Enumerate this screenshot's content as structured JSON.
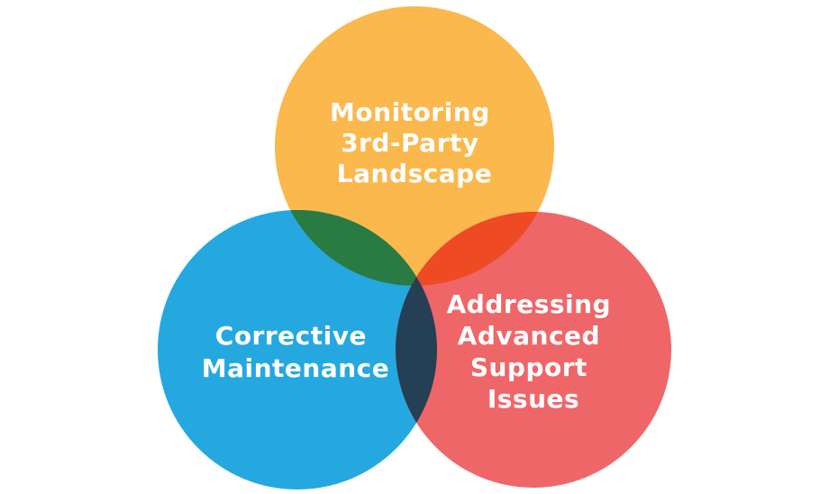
{
  "colors": {
    "top": "#fbb84c",
    "left": "#25a8e0",
    "right": "#ef6669",
    "top_left_overlap": "#2a7a43",
    "top_right_overlap": "#ee4a23",
    "left_right_overlap": "#253f54"
  },
  "circles": [
    {
      "id": "top",
      "lines": [
        "Monitoring",
        "3rd-Party",
        "Landscape"
      ]
    },
    {
      "id": "left",
      "lines": [
        "Corrective",
        "Maintenance"
      ]
    },
    {
      "id": "right",
      "lines": [
        "Addressing",
        "Advanced",
        "Support",
        "Issues"
      ]
    }
  ]
}
